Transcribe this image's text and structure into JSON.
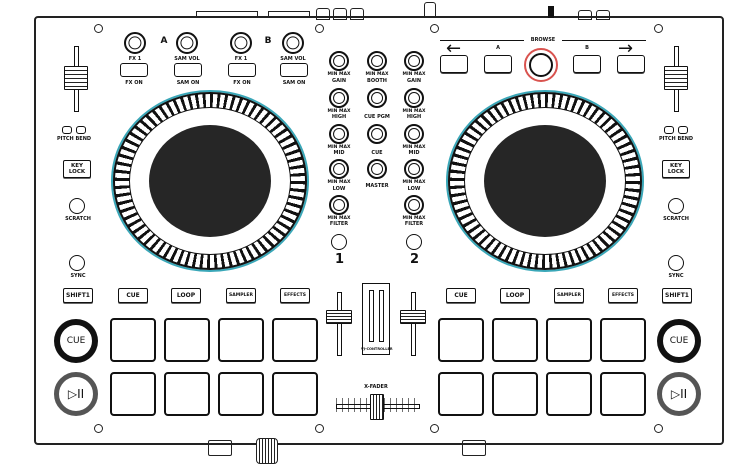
{
  "knob_labels": {
    "fx1_a": "FX 1",
    "samvol_a": "SAM VOL",
    "fx1_b": "FX 1",
    "samvol_b": "SAM VOL",
    "fxon_a": "FX ON",
    "samon_a": "SAM ON",
    "fxon_b": "FX ON",
    "samon_b": "SAM ON"
  },
  "deck_letters": {
    "a": "A",
    "b": "B"
  },
  "mixer": {
    "gain": "GAIN",
    "booth": "BOOTH",
    "high": "HIGH",
    "cue": "CUE",
    "pgm": "PGM",
    "mid": "MID",
    "low": "LOW",
    "master": "MASTER",
    "filter": "FILTER",
    "min": "MIN",
    "max": "MAX",
    "deck1": "1",
    "deck2": "2",
    "xfader": "X-FADER",
    "vu_brand": "VJ-CONTROLLER"
  },
  "browse": {
    "title": "BROWSE",
    "a": "A",
    "b": "B"
  },
  "left": {
    "pitch_bend": "PITCH BEND",
    "key_lock": "KEY\nLOCK",
    "scratch": "SCRATCH",
    "sync": "SYNC",
    "shift": "SHIFT1",
    "cue_btn": "CUE",
    "loop": "LOOP",
    "sampler": "SAMPLER",
    "effects": "EFFECTS",
    "big_cue": "CUE",
    "play": "▷II"
  },
  "right": {
    "pitch_bend": "PITCH BEND",
    "key_lock": "KEY\nLOCK",
    "scratch": "SCRATCH",
    "sync": "SYNC",
    "shift": "SHIFT1",
    "cue_btn": "CUE",
    "loop": "LOOP",
    "sampler": "SAMPLER",
    "effects": "EFFECTS",
    "big_cue": "CUE",
    "play": "▷II"
  }
}
